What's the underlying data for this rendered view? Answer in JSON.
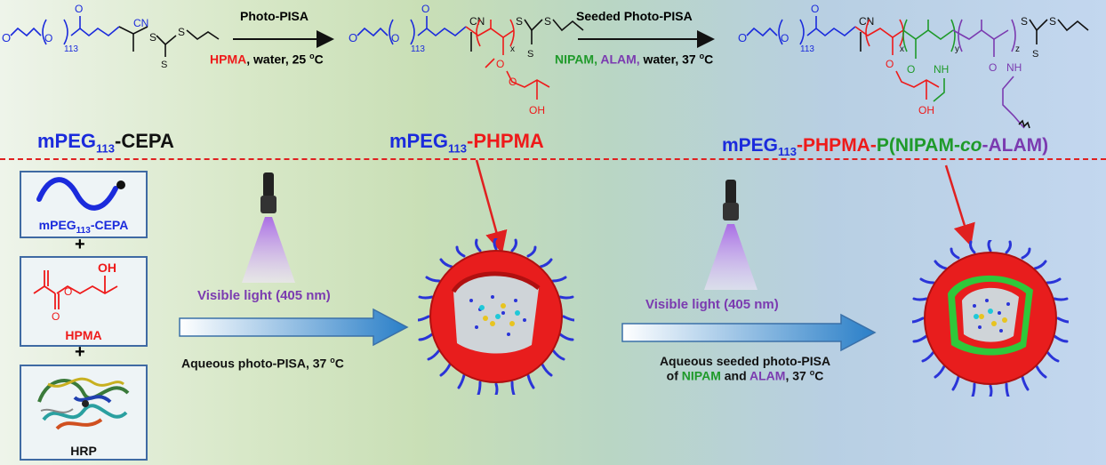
{
  "schemes": {
    "step1_arrow_top": "Photo-PISA",
    "step1_cond": {
      "monomer": "HPMA",
      "rest": ", water, 25 ",
      "unit": "C",
      "deg": "o"
    },
    "step2_arrow_top": "Seeded Photo-PISA",
    "step2_cond": {
      "m1": "NIPAM,",
      "m2": "ALAM,",
      "rest": " water, 37 ",
      "unit": "C",
      "deg": "o"
    }
  },
  "structure_labels": {
    "n113": "113",
    "cn": "CN",
    "s": "S",
    "x": "x",
    "y": "y",
    "z": "z",
    "oh": "OH",
    "nh": "NH",
    "o": "O"
  },
  "names": {
    "cepa": {
      "a": "mPEG",
      "sub": "113",
      "b": "-CEPA"
    },
    "phpma": {
      "a": "mPEG",
      "sub": "113",
      "b": "-PHPMA"
    },
    "final": {
      "a": "mPEG",
      "sub": "113",
      "b": "-PHPMA-",
      "c": "P(NIPAM-",
      "d": "co",
      "e": "-ALAM)"
    }
  },
  "left_panel": {
    "box1": {
      "a": "mPEG",
      "sub": "113",
      "b": "-CEPA"
    },
    "plus": "+",
    "box2": "HPMA",
    "box3": "HRP"
  },
  "process": {
    "light1": "Visible light (405 nm)",
    "step1": {
      "text": "Aqueous photo-PISA, 37 ",
      "deg": "o",
      "unit": "C"
    },
    "light2": "Visible light (405 nm)",
    "step2_l1": "Aqueous seeded photo-PISA",
    "step2_l2": {
      "of": "of ",
      "m1": "NIPAM",
      "and": " and ",
      "m2": "ALAM",
      "rest": ", 37 ",
      "deg": "o",
      "unit": "C"
    }
  },
  "colors": {
    "peg": "#1b2bdc",
    "phpma": "#ee1a1a",
    "nipam": "#1f9a2a",
    "alam": "#7b3bb0",
    "divider": "#e02020"
  }
}
